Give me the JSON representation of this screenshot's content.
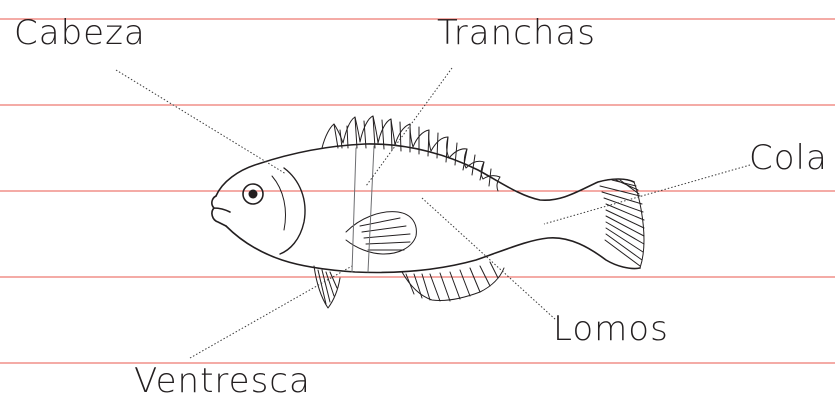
{
  "colors": {
    "rule_line": "#e8574e",
    "ink": "#231f20",
    "leader": "#3a3a3a"
  },
  "labels": {
    "cabeza": "Cabeza",
    "tranchas": "Tranchas",
    "cola": "Cola",
    "lomos": "Lomos",
    "ventresca": "Ventresca"
  }
}
